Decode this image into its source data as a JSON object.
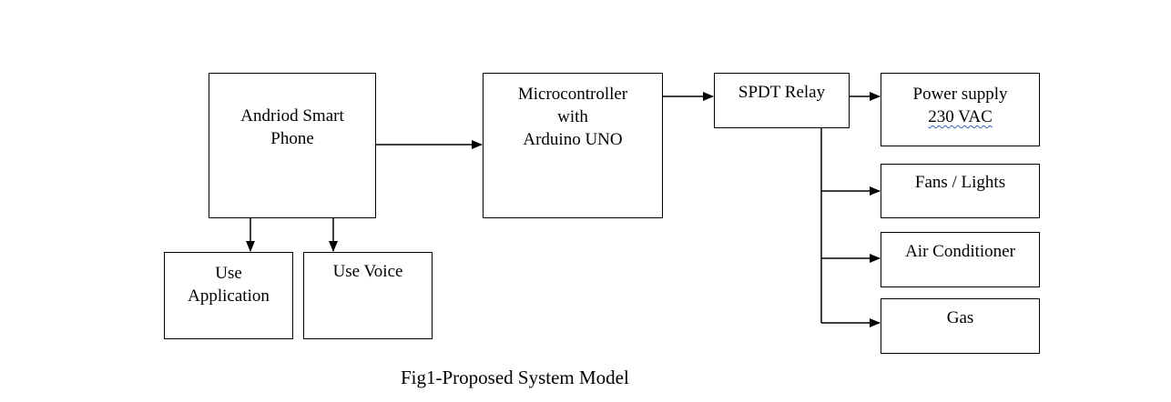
{
  "diagram": {
    "nodes": {
      "phone": {
        "lines": [
          "Andriod Smart",
          "Phone"
        ]
      },
      "app": {
        "lines": [
          "Use",
          "Application"
        ]
      },
      "voice": {
        "lines": [
          "Use Voice"
        ]
      },
      "mcu": {
        "lines": [
          "Microcontroller",
          "with",
          "Arduino UNO"
        ]
      },
      "relay": {
        "lines": [
          "SPDT Relay"
        ]
      },
      "power": {
        "lines": [
          "Power supply",
          "230 VAC"
        ]
      },
      "fans": {
        "lines": [
          "Fans / Lights"
        ]
      },
      "ac": {
        "lines": [
          "Air Conditioner"
        ]
      },
      "gas": {
        "lines": [
          "Gas"
        ]
      }
    },
    "edges": [
      {
        "from": "phone",
        "to": "app"
      },
      {
        "from": "phone",
        "to": "voice"
      },
      {
        "from": "phone",
        "to": "mcu"
      },
      {
        "from": "mcu",
        "to": "relay"
      },
      {
        "from": "relay",
        "to": "power"
      },
      {
        "from": "relay",
        "to": "fans"
      },
      {
        "from": "relay",
        "to": "ac"
      },
      {
        "from": "relay",
        "to": "gas"
      }
    ]
  },
  "caption": "Fig1-Proposed System Model"
}
